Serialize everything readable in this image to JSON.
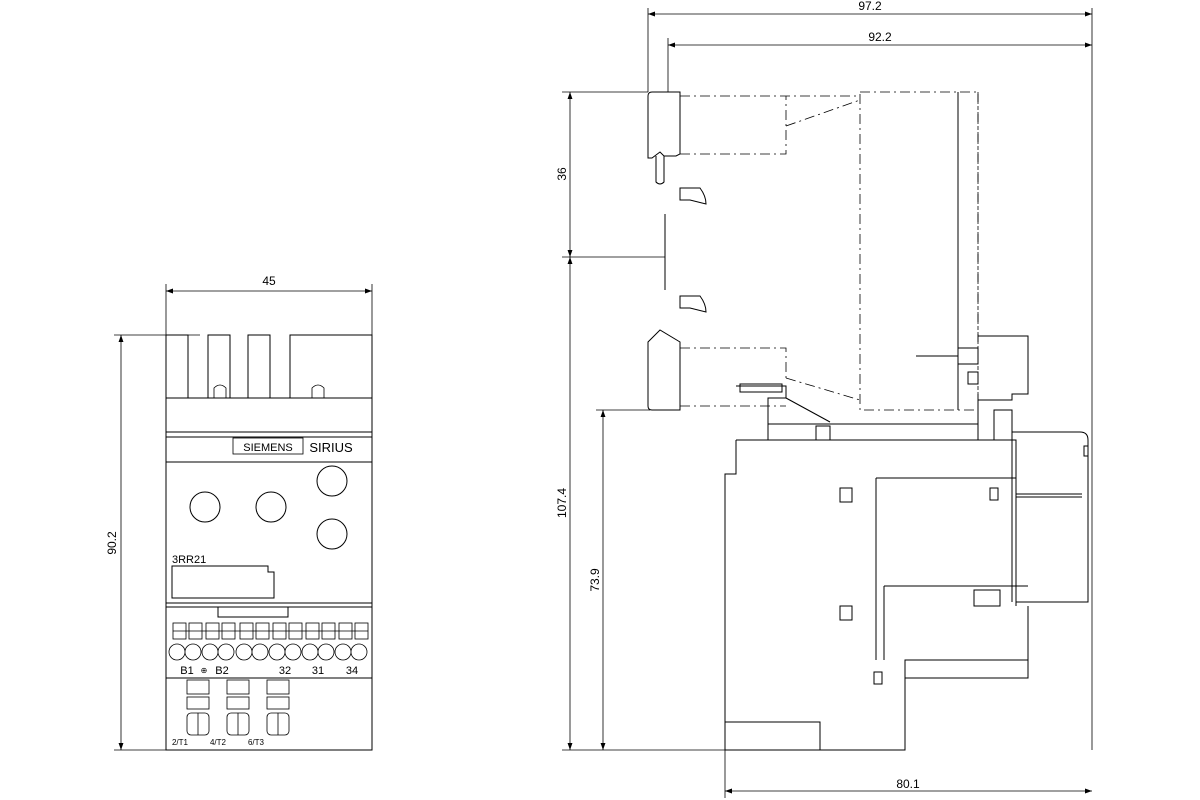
{
  "front_view": {
    "width_dim": "45",
    "height_dim": "90.2",
    "brand": "SIEMENS",
    "product": "SIRIUS",
    "model": "3RR21",
    "terminals_top": [
      "B1",
      "B2",
      "32",
      "31",
      "34"
    ],
    "terminals_bottom": [
      "2/T1",
      "4/T2",
      "6/T3"
    ]
  },
  "side_view": {
    "dims": {
      "overall_depth": "97.2",
      "depth_inner": "92.2",
      "top_height": "36",
      "total_height": "107.4",
      "lower_height": "73.9",
      "base_depth": "80.1"
    }
  }
}
